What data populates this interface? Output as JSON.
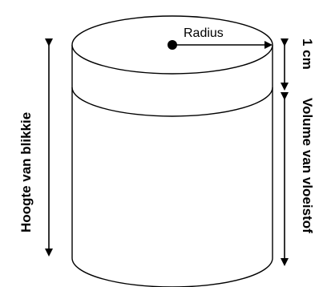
{
  "labels": {
    "radius": "Radius",
    "height": "Hoogte van blikkie",
    "gap": "1 cm",
    "volume": "Volume van vloeistof"
  },
  "colors": {
    "stroke": "#000000",
    "background": "#ffffff"
  }
}
